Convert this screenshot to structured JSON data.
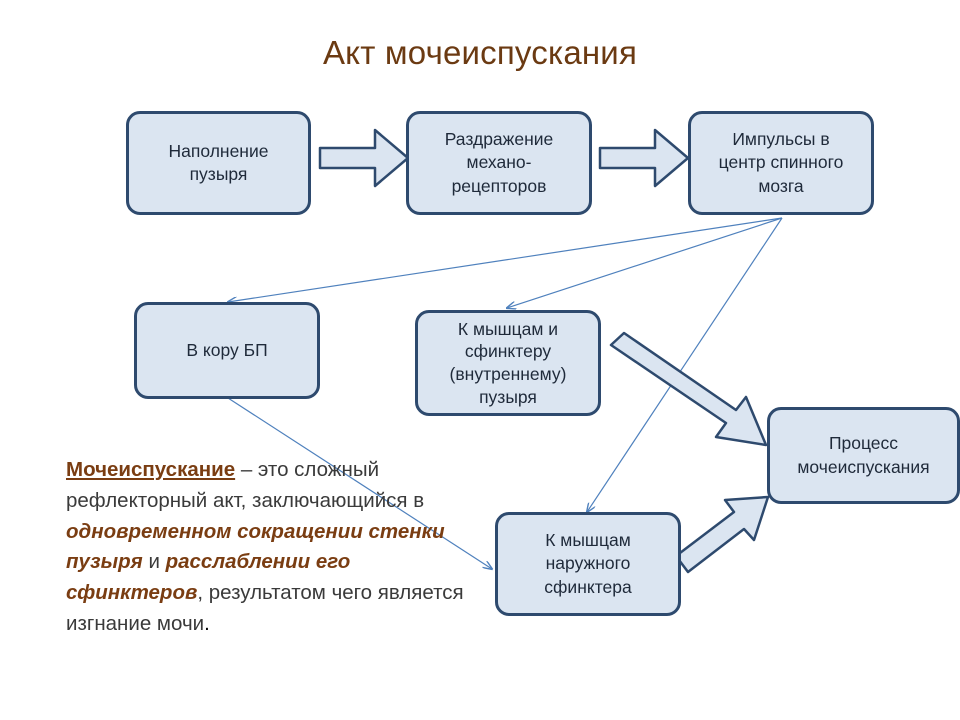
{
  "title": "Акт мочеиспускания",
  "boxes": {
    "filling": "Наполнение\nпузыря",
    "irritation": "Раздражение\nмехано-\nрецепторов",
    "impulses": "Импульсы в\nцентр спинного\nмозга",
    "cortex": "В кору  БП",
    "internal_sphincter": "К мышцам и\nсфинктеру\n(внутреннему)\nпузыря",
    "external_sphincter": "К мышцам\nнаружного\nсфинктера",
    "process": "Процесс\nмочеиспускания"
  },
  "definition": {
    "term": "Мочеиспускание",
    "p1": " – это сложный рефлекторный акт, заключающийся в ",
    "emph1": "одновременном сокращении стенки пузыря",
    "p2": " и ",
    "emph2": "расслаблении его сфинктеров",
    "p3": ", результатом  чего является изгнание мочи",
    "end": "."
  },
  "colors": {
    "box_fill": "#dbe5f1",
    "box_border": "#2e4a6e",
    "arrow_line": "#4f81bd",
    "title": "#6b3a12",
    "accent_text": "#7a3d12"
  }
}
